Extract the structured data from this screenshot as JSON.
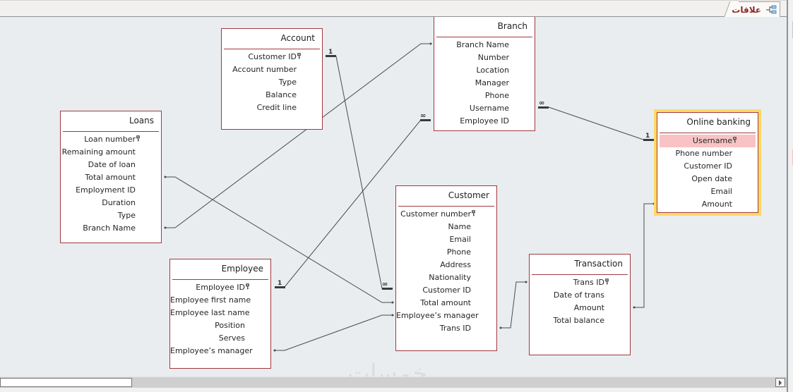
{
  "tab": {
    "label": "علاقات",
    "icon": "relationships-icon"
  },
  "watermark": "خمسات",
  "tables": [
    {
      "id": "account",
      "title": "Account",
      "fields": [
        {
          "name": "Customer ID",
          "key": true
        },
        {
          "name": "Account number"
        },
        {
          "name": "Type"
        },
        {
          "name": "Balance"
        },
        {
          "name": "Credit line"
        }
      ]
    },
    {
      "id": "branch",
      "title": "Branch",
      "fields": [
        {
          "name": "Branch Name"
        },
        {
          "name": "Number"
        },
        {
          "name": "Location"
        },
        {
          "name": "Manager"
        },
        {
          "name": "Phone"
        },
        {
          "name": "Username"
        },
        {
          "name": "Employee ID"
        }
      ]
    },
    {
      "id": "online_banking",
      "title": "Online banking",
      "selected": true,
      "fields": [
        {
          "name": "Username",
          "key": true,
          "highlight": true
        },
        {
          "name": "Phone number"
        },
        {
          "name": "Customer ID"
        },
        {
          "name": "Open date"
        },
        {
          "name": "Email"
        },
        {
          "name": "Amount"
        }
      ]
    },
    {
      "id": "loans",
      "title": "Loans",
      "fields": [
        {
          "name": "Loan number",
          "key": true
        },
        {
          "name": "Remaining amount"
        },
        {
          "name": "Date of loan"
        },
        {
          "name": "Total amount"
        },
        {
          "name": "Employment ID"
        },
        {
          "name": "Duration"
        },
        {
          "name": "Type"
        },
        {
          "name": "Branch Name"
        }
      ]
    },
    {
      "id": "customer",
      "title": "Customer",
      "fields": [
        {
          "name": "Customer number",
          "key": true
        },
        {
          "name": "Name"
        },
        {
          "name": "Email"
        },
        {
          "name": "Phone"
        },
        {
          "name": "Address"
        },
        {
          "name": "Nationality"
        },
        {
          "name": "Customer ID"
        },
        {
          "name": "Total amount"
        },
        {
          "name": "Employee’s manager"
        },
        {
          "name": "Trans ID"
        }
      ]
    },
    {
      "id": "employee",
      "title": "Employee",
      "fields": [
        {
          "name": "Employee ID",
          "key": true
        },
        {
          "name": "Employee first name"
        },
        {
          "name": "Employee last name"
        },
        {
          "name": "Position"
        },
        {
          "name": "Serves"
        },
        {
          "name": "Employee’s manager"
        }
      ]
    },
    {
      "id": "transaction",
      "title": "Transaction",
      "fields": [
        {
          "name": "Trans ID",
          "key": true
        },
        {
          "name": "Date of trans"
        },
        {
          "name": "Amount"
        },
        {
          "name": "Total balance"
        }
      ]
    }
  ],
  "relationships": [
    {
      "from": "Account.Customer ID",
      "to": "Customer.Customer ID",
      "from_card": "1",
      "to_card": "∞"
    },
    {
      "from": "Employee.Employee ID",
      "to": "Branch.Employee ID",
      "from_card": "1",
      "to_card": "∞"
    },
    {
      "from": "Branch.Username",
      "to": "Online banking.Username",
      "from_card": "∞",
      "to_card": "1"
    },
    {
      "from": "Loans.Branch Name",
      "to": "Branch.Branch Name",
      "from_card": "",
      "to_card": ""
    },
    {
      "from": "Loans.Total amount",
      "to": "Customer.Total amount",
      "from_card": "",
      "to_card": ""
    },
    {
      "from": "Employee.Employee’s manager",
      "to": "Customer.Employee’s manager",
      "from_card": "",
      "to_card": ""
    },
    {
      "from": "Customer.Trans ID",
      "to": "Transaction.Trans ID",
      "from_card": "",
      "to_card": ""
    },
    {
      "from": "Transaction.Amount",
      "to": "Online banking.Amount",
      "from_card": "",
      "to_card": ""
    }
  ]
}
